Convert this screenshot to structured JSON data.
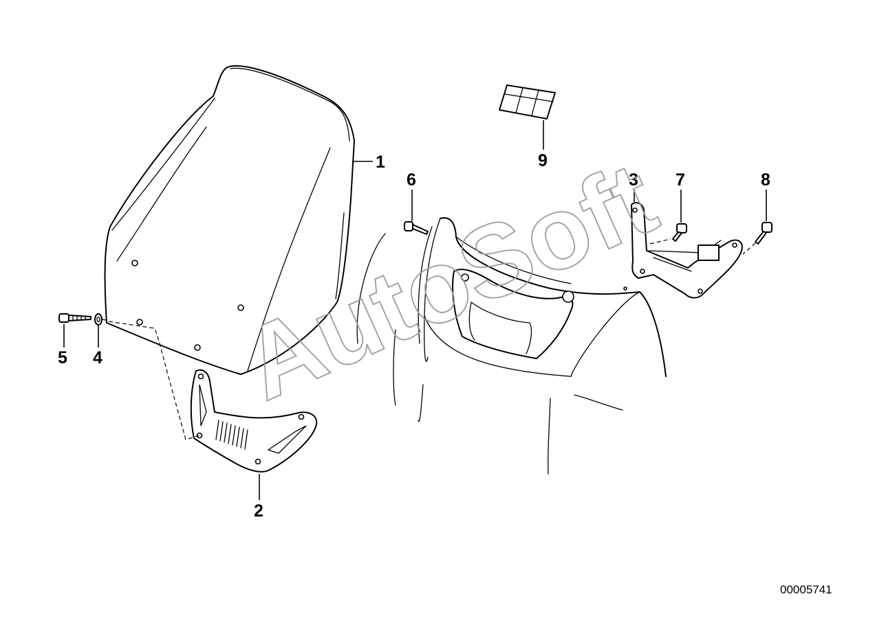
{
  "callouts": {
    "c1": "1",
    "c2": "2",
    "c3": "3",
    "c4": "4",
    "c5": "5",
    "c6": "6",
    "c7": "7",
    "c8": "8",
    "c9": "9"
  },
  "document_number": "00005741",
  "watermark": "AutoSoft"
}
